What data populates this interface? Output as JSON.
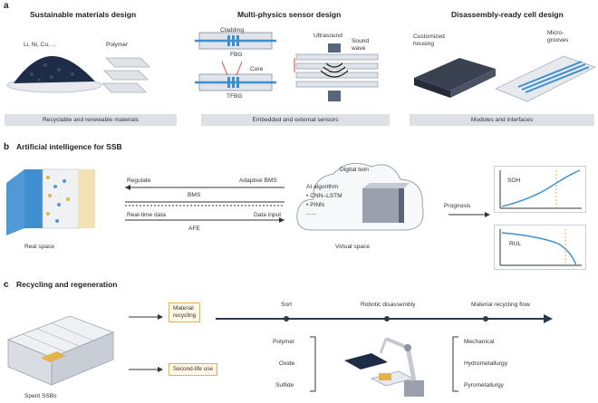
{
  "panel_a": {
    "letter": "a",
    "col1": {
      "title": "Sustainable materials design",
      "elements_label": "Li, Ni, Co, ...",
      "polymer_label": "Polymer",
      "bar": "Recyclable and renewable materials"
    },
    "col2": {
      "title": "Multi-physics sensor design",
      "cladding": "Cladding",
      "fbg": "FBG",
      "core": "Core",
      "tfbg": "TFBG",
      "ultrasound": "Ultrasound",
      "sound_wave": "Sound\nwave",
      "bar": "Embedded and external sensors"
    },
    "col3": {
      "title": "Disassembly-ready cell design",
      "housing": "Customized\nhousing",
      "grooves": "Micro-\ngrooves",
      "bar": "Modules and interfaces"
    }
  },
  "panel_b": {
    "letter": "b",
    "title": "Artificial intelligence for SSB",
    "real_space": "Real space",
    "regulate": "Regulate",
    "adaptive_bms": "Adaptive BMS",
    "bms": "BMS",
    "realtime": "Real-time data",
    "data_input": "Data input",
    "afe": "AFE",
    "digital_twin": "Digital twin",
    "ai_algorithm": "AI algorithm",
    "algo_1": "• CNN–LSTM",
    "algo_2": "• PINN",
    "algo_3": "......",
    "virtual_space": "Virtual space",
    "prognosis": "Prognosis",
    "soh": "SOH",
    "rul": "RUL"
  },
  "panel_c": {
    "letter": "c",
    "title": "Recycling and regeneration",
    "material_recycling": "Material\nrecycling",
    "second_life": "Second-life use",
    "spent": "Spent SSBs",
    "sort": "Sort",
    "robotic": "Robotic disassembly",
    "flow": "Material recycling flow",
    "left_list": [
      "Polymer",
      "Oxide",
      "Sulfide"
    ],
    "right_list": [
      "Mechanical",
      "Hydrometallurgy",
      "Pyrometallurgy"
    ]
  },
  "colors": {
    "accent_blue": "#3e8fd0",
    "accent_orange": "#e4b34a",
    "dark": "#2e3a4a",
    "grey_bar": "#dde1e6"
  }
}
